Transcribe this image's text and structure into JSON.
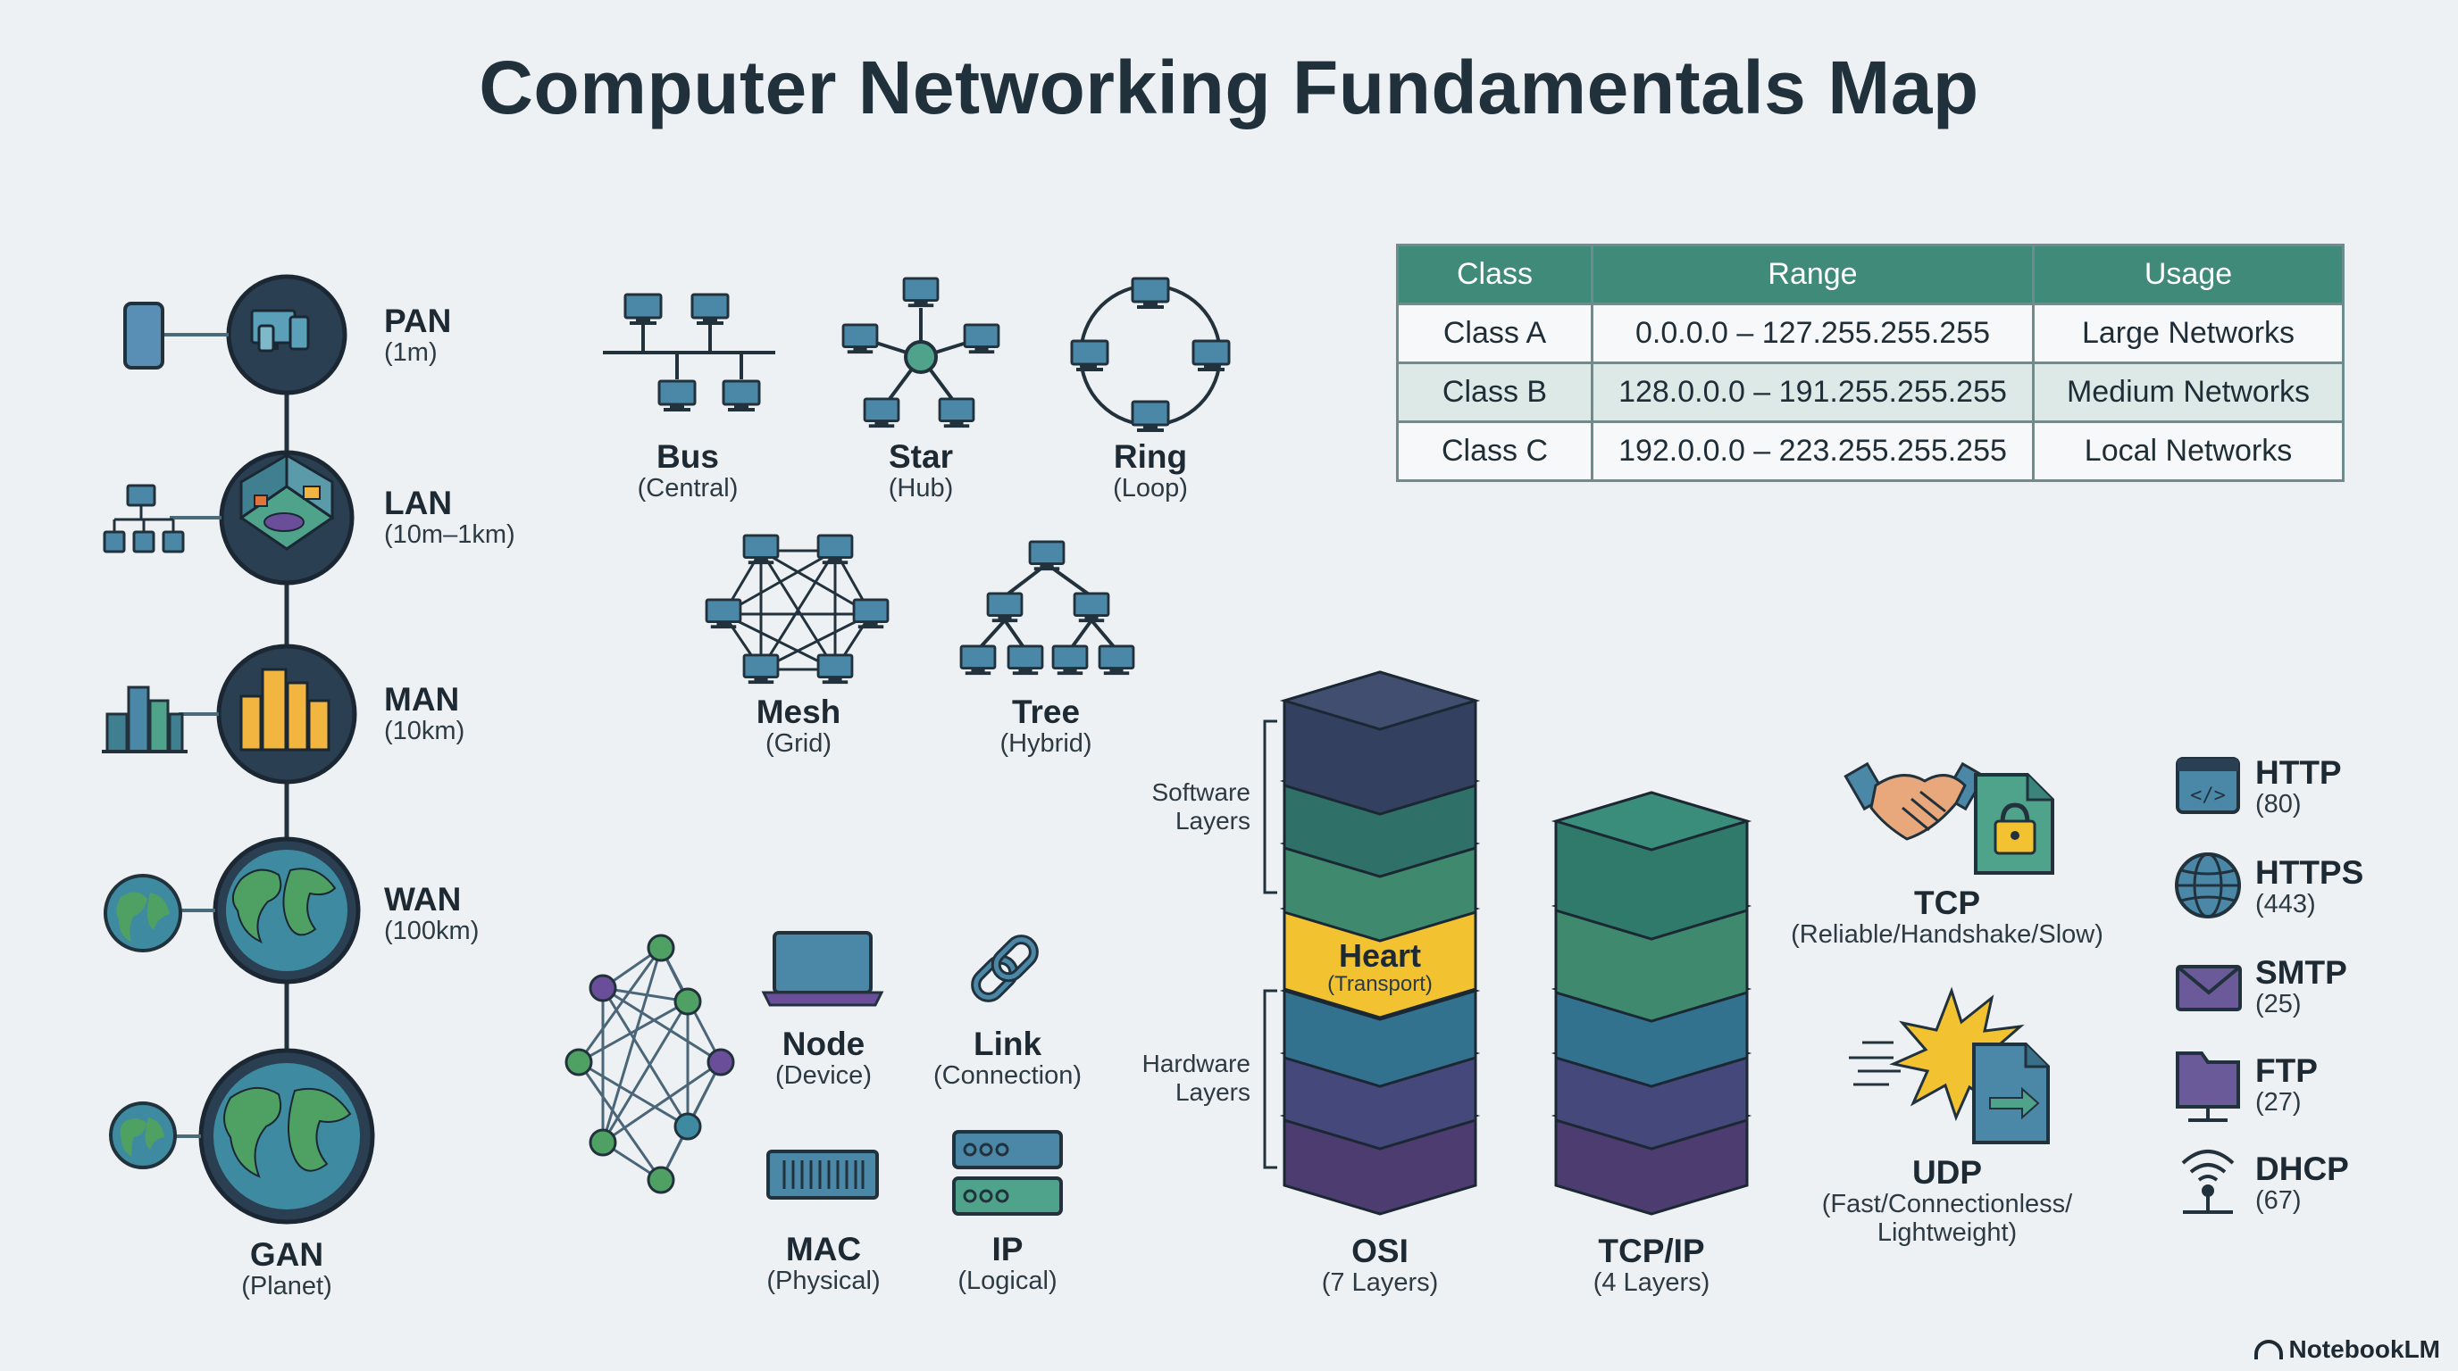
{
  "title": "Computer Networking Fundamentals Map",
  "network_scales": [
    {
      "name": "PAN",
      "range": "(1m)"
    },
    {
      "name": "LAN",
      "range": "(10m–1km)"
    },
    {
      "name": "MAN",
      "range": "(10km)"
    },
    {
      "name": "WAN",
      "range": "(100km)"
    },
    {
      "name": "GAN",
      "range": "(Planet)"
    }
  ],
  "topologies": [
    {
      "name": "Bus",
      "desc": "(Central)"
    },
    {
      "name": "Star",
      "desc": "(Hub)"
    },
    {
      "name": "Ring",
      "desc": "(Loop)"
    },
    {
      "name": "Mesh",
      "desc": "(Grid)"
    },
    {
      "name": "Tree",
      "desc": "(Hybrid)"
    }
  ],
  "ip_classes": {
    "headers": [
      "Class",
      "Range",
      "Usage"
    ],
    "rows": [
      [
        "Class A",
        "0.0.0.0 – 127.255.255.255",
        "Large Networks"
      ],
      [
        "Class B",
        "128.0.0.0 – 191.255.255.255",
        "Medium Networks"
      ],
      [
        "Class C",
        "192.0.0.0 – 223.255.255.255",
        "Local Networks"
      ]
    ]
  },
  "components": [
    {
      "name": "Node",
      "desc": "(Device)"
    },
    {
      "name": "Link",
      "desc": "(Connection)"
    },
    {
      "name": "MAC",
      "desc": "(Physical)"
    },
    {
      "name": "IP",
      "desc": "(Logical)"
    }
  ],
  "models": {
    "software_label": [
      "Software",
      "Layers"
    ],
    "hardware_label": [
      "Hardware",
      "Layers"
    ],
    "heart": {
      "name": "Heart",
      "desc": "(Transport)"
    },
    "osi": {
      "name": "OSI",
      "desc": "(7 Layers)"
    },
    "tcpip": {
      "name": "TCP/IP",
      "desc": "(4 Layers)"
    }
  },
  "transport": {
    "tcp": {
      "name": "TCP",
      "desc": "(Reliable/Handshake/Slow)"
    },
    "udp": {
      "name": "UDP",
      "desc_line1": "(Fast/Connectionless/",
      "desc_line2": "Lightweight)"
    }
  },
  "protocols": [
    {
      "name": "HTTP",
      "port": "(80)",
      "icon": "code-window-icon"
    },
    {
      "name": "HTTPS",
      "port": "(443)",
      "icon": "globe-icon"
    },
    {
      "name": "SMTP",
      "port": "(25)",
      "icon": "envelope-icon"
    },
    {
      "name": "FTP",
      "port": "(27)",
      "icon": "folder-icon"
    },
    {
      "name": "DHCP",
      "port": "(67)",
      "icon": "wireless-icon"
    }
  ],
  "brand": "NotebookLM",
  "colors": {
    "teal": "#3f8a78",
    "navy": "#2a3f52",
    "heart": "#f2c230",
    "osi_layers": [
      "#34405f",
      "#2f7068",
      "#3f8a6e",
      "#f2c230",
      "#33728f",
      "#44487a",
      "#4d3c70"
    ],
    "tcpip_layers": [
      "#2f7a6a",
      "#3f8a6e",
      "#33728f",
      "#44487a",
      "#4d3c70"
    ]
  }
}
